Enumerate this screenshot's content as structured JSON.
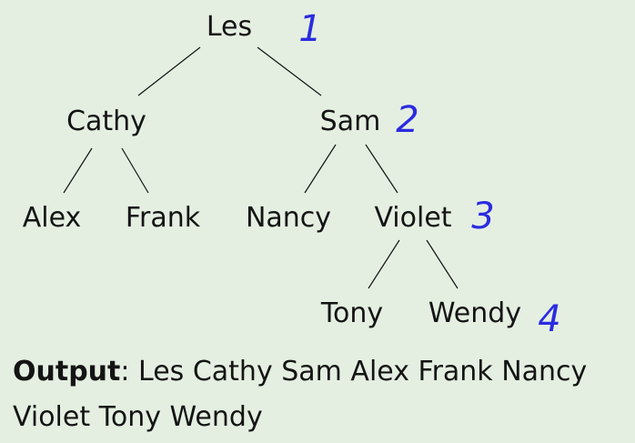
{
  "tree": {
    "root": "Les",
    "level2": {
      "left": "Cathy",
      "right": "Sam"
    },
    "level3": {
      "a": "Alex",
      "b": "Frank",
      "c": "Nancy",
      "d": "Violet"
    },
    "level4": {
      "a": "Tony",
      "b": "Wendy"
    }
  },
  "annotations": [
    "1",
    "2",
    "3",
    "4"
  ],
  "output": {
    "label": "Output",
    "separator": ":",
    "text": "Les Cathy Sam Alex Frank Nancy Violet Tony Wendy"
  },
  "colors": {
    "background": "#e4efe1",
    "ink": "#141414",
    "annotation": "#2b2be0"
  }
}
